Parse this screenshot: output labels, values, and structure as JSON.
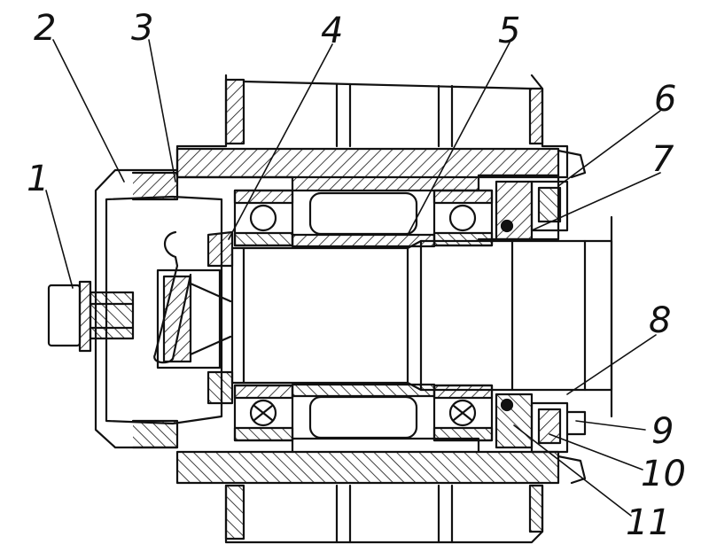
{
  "colors": {
    "ink": "#111111",
    "paper": "#ffffff"
  },
  "callouts": [
    {
      "id": "1",
      "text": "1"
    },
    {
      "id": "2",
      "text": "2"
    },
    {
      "id": "3",
      "text": "3"
    },
    {
      "id": "4",
      "text": "4"
    },
    {
      "id": "5",
      "text": "5"
    },
    {
      "id": "6",
      "text": "6"
    },
    {
      "id": "7",
      "text": "7"
    },
    {
      "id": "8",
      "text": "8"
    },
    {
      "id": "9",
      "text": "9"
    },
    {
      "id": "10",
      "text": "10"
    },
    {
      "id": "11",
      "text": "11"
    }
  ]
}
